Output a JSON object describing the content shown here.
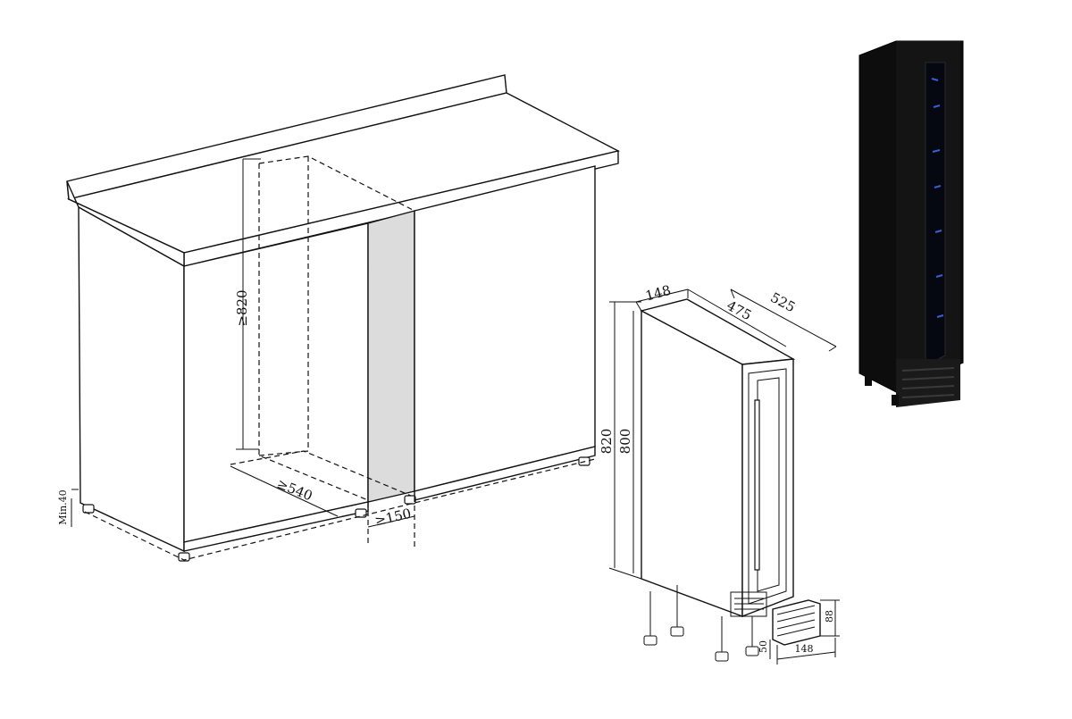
{
  "diagram": {
    "installation": {
      "min_clearance_label": "Min.40",
      "niche_height_label": "≥820",
      "niche_depth_label": "≥540",
      "niche_width_label": "≥150"
    },
    "appliance": {
      "width_label": "148",
      "depth_label": "475",
      "depth_with_handle_label": "525",
      "height_label": "820",
      "body_height_label": "800"
    },
    "grille": {
      "height_label": "88",
      "depth_label": "50",
      "width_label": "148"
    },
    "colors": {
      "line": "#111111",
      "panel": "#dcdcdc",
      "product_body": "#0d0d0d",
      "glass": "#050810",
      "led": "#3a5fd0"
    }
  }
}
